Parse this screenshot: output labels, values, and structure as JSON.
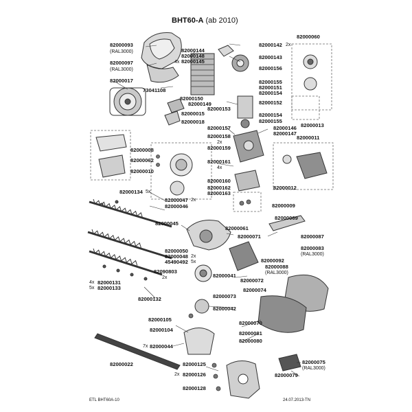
{
  "header": {
    "model": "BHT60-A",
    "note": "(ab 2010)"
  },
  "footer": {
    "left": "ETL BHT60A-10",
    "right": "24.07.2013-TN"
  },
  "colors": {
    "line": "#333333",
    "part_fill": "#d9d9d9",
    "part_dark": "#555555",
    "box_dash": "#666666"
  },
  "parts": {
    "p82000093": "82000093",
    "p82000097": "82000097",
    "p82000017": "82000017",
    "p73041108": "73041108",
    "p82000144": "82000144",
    "p82000148": "82000148",
    "p82000145": "82000145",
    "p82000150": "82000150",
    "p82000149": "82000149",
    "p82000015": "82000015",
    "p82000018": "82000018",
    "p82000142": "82000142",
    "p82000143": "82000143",
    "p82000156": "82000156",
    "p82000155a": "82000155",
    "p82000151": "82000151",
    "p82000154a": "82000154",
    "p82000152": "82000152",
    "p82000153": "82000153",
    "p82000154b": "82000154",
    "p82000155b": "82000155",
    "p82000157": "82000157",
    "p82000146": "82000146",
    "p82000147": "82000147",
    "p82000158": "82000158",
    "p82000159": "82000159",
    "p82000161": "82000161",
    "p82000160": "82000160",
    "p82000162": "82000162",
    "p82000163": "82000163",
    "p82000060": "82000060",
    "p82000013": "82000013",
    "p82000011": "82000011",
    "p82000012": "82000012",
    "p82000008": "82000008",
    "p82000062": "82000062",
    "p82000010": "82000010",
    "p82000134": "82000134",
    "p82000047": "82000047",
    "p82000046": "82000046",
    "p82000009": "82000009",
    "p82000045": "82000045",
    "p82000061": "82000061",
    "p82000069": "82000069",
    "p82000071": "82000071",
    "p82000087": "82000087",
    "p82000083": "82000083",
    "p82000050": "82000050",
    "p82000048": "82000048",
    "p45490492": "45490492",
    "p82090803": "82090803",
    "p82000041": "82000041",
    "p82000092": "82000092",
    "p82000088": "82000088",
    "p82000072": "82000072",
    "p82000074": "82000074",
    "p82000073": "82000073",
    "p82000131": "82000131",
    "p82000133": "82000133",
    "p82000132": "82000132",
    "p82000042": "82000042",
    "p82000105": "82000105",
    "p82000104": "82000104",
    "p82000070": "82000070",
    "p82000081": "82000081",
    "p82000080": "82000080",
    "p82000044": "82000044",
    "p82000022": "82000022",
    "p82000125": "82000125",
    "p82000126": "82000126",
    "p82000075": "82000075",
    "p82000079": "82000079",
    "p82000128": "82000128"
  },
  "qty": {
    "q82000142": "2x",
    "q82000145": "4x",
    "q82000158": "2x",
    "q82000161": "4x",
    "q82000134": "5x",
    "q82000047": "2x",
    "q82000048": "2x",
    "q45490492": "5x",
    "q82090803": "2x",
    "q82000131": "4x",
    "q82000133": "5x",
    "q82000044": "7x",
    "q82000126": "2x"
  },
  "notes": {
    "n82000093": "(RAL3000)",
    "n82000097": "(RAL3000)",
    "n82000083": "(RAL3000)",
    "n82000088": "(RAL3000)",
    "n82000075": "(RAL3000)"
  }
}
